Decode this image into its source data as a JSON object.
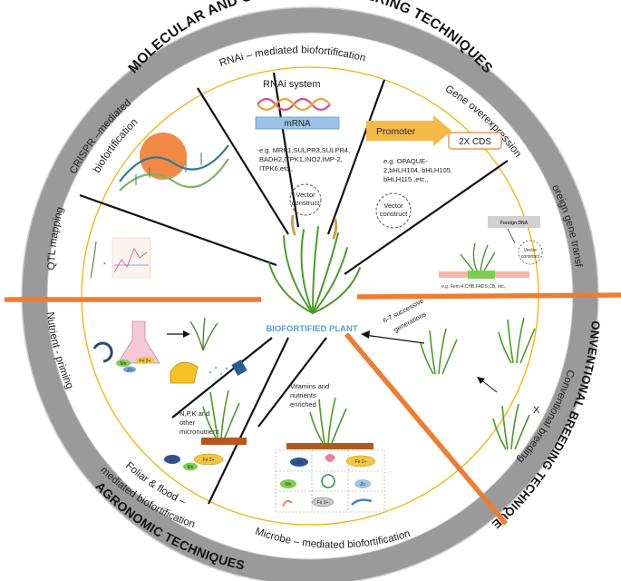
{
  "ring": {
    "top": "MOLECULAR AND GENETIC ENGINEERING TECHNIQUES",
    "right": "CONVENTIONAL BREEDING TECHNIQUES",
    "bottom": "AGRONOMIC TECHNIQUES"
  },
  "sections": {
    "rnai": "RNAi – mediated biofortification",
    "gene_over": "Gene overexpression",
    "foreign": "Foreign gene transfer",
    "conventional": "Conventional breeding",
    "microbe": "Microbe – mediated biofortification",
    "foliar_1": "Foliar & flood –",
    "foliar_2": "mediated biofortification",
    "nutrient": "Nutrient - priming",
    "qtl": "QTL mapping",
    "crispr_1": "CRISPR –mediated",
    "crispr_2": "biofortification"
  },
  "center_label": "BIOFORTIFIED PLANT",
  "rnai_panel": {
    "system_label": "RNAi system",
    "mrna_label": "mRNA",
    "examples": [
      "e.g. MRP1,SULPR3,SULPR4,",
      "BADH2,ITPK1,INO2,IMP-2,",
      "ITPK6,etc.,"
    ],
    "vector_1": "Vector",
    "vector_2": "construct"
  },
  "gene_panel": {
    "promoter_label": "Promoter",
    "cds_label": "2X CDS",
    "examples": [
      "e.g. OPAQUE-",
      "2,bHLH104, bHLH105,",
      "bHLH115 ,etc.,"
    ],
    "vector_1": "Vector",
    "vector_2": "construct"
  },
  "foreign_panel": {
    "dna_label": "Foreign DNA",
    "vector_1": "Vector",
    "vector_2": "construct",
    "example": "e.g. Ferri-4,CHB,FADS,CB, etc.,"
  },
  "conventional_panel": {
    "generations_1": "6-7 successive",
    "generations_2": "generations",
    "cross": "X"
  },
  "foliar_panel": {
    "npk_1": "N,P,K and",
    "npk_2": "other",
    "npk_3": "micronutrient",
    "zn": "Zn",
    "fe": "Fe 2+",
    "mn": "Mn"
  },
  "microbe_panel": {
    "vit_1": "Vitamins and",
    "vit_2": "nutrients",
    "vit_3": "enriched",
    "zn": "Zn",
    "fe": "Fe 2+",
    "mn": "Mn",
    "zn2": "Zn",
    "fe3": "Fe 3+"
  },
  "nutrient_panel": {
    "fe": "Fe 2+",
    "mn": "Mn",
    "zn": "Zn"
  },
  "colors": {
    "ring": "#9a9a9a",
    "ring_inner": "#d8d8d8",
    "divider": "#ee7d31",
    "gold_circle": "#f0b400",
    "mrna": "#9dc3e6",
    "promoter": "#f5b94a",
    "label_blue": "#5b9bd5"
  }
}
